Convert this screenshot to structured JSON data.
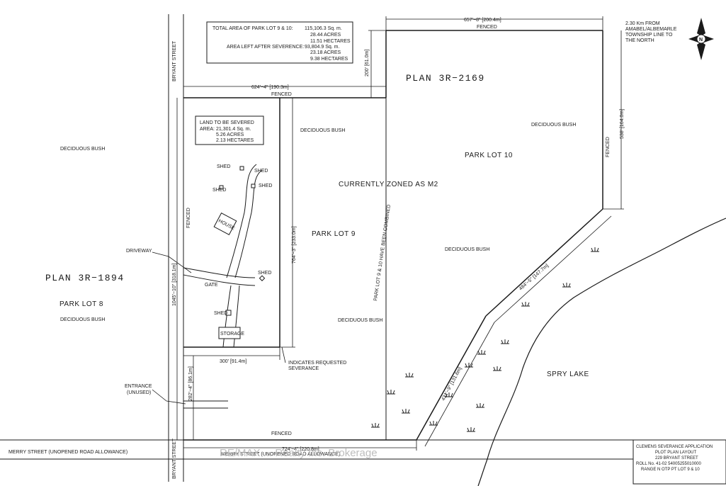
{
  "plans": {
    "plan_3r_2169": "PLAN 3R−2169",
    "plan_3r_1894": "PLAN 3R−1894"
  },
  "lots": {
    "park_lot_8": "PARK LOT 8",
    "park_lot_9": "PARK LOT 9",
    "park_lot_10": "PARK LOT 10",
    "zoning": "CURRENTLY ZONED AS M2",
    "lot_note": "PARK LOT 9 & 10 HAVE BEEN COMBINED"
  },
  "area_box": {
    "total_label": "TOTAL AREA OF PARK LOT 9 & 10:",
    "total_sqm": "115,106.3 Sq. m.",
    "total_acres": "28.44 ACRES",
    "total_hectares": "11.51 HECTARES",
    "left_label": "AREA LEFT AFTER SEVERENCE:",
    "left_sqm": "93,804.9 Sq. m.",
    "left_acres": "23.18 ACRES",
    "left_hectares": "9.38 HECTARES"
  },
  "sever_box": {
    "line1": "LAND TO BE SEVERED",
    "area_label": "AREA:",
    "sqm": "21,301.4 Sq. m.",
    "acres": "5.26 ACRES",
    "hectares": "2.13 HECTARES"
  },
  "features": {
    "deciduous_bush": "DECIDUOUS BUSH",
    "shed": "SHED",
    "house": "HOUSE",
    "storage": "STORAGE",
    "gate": "GATE",
    "driveway": "DRIVEWAY",
    "entrance": "ENTRANCE",
    "entrance_note": "(UNUSED)",
    "fenced": "FENCED",
    "spry_lake": "SPRY LAKE",
    "indicates_1": "INDICATES REQUESTED",
    "indicates_2": "SEVERANCE"
  },
  "roads": {
    "bryant_street": "BRYANT STREET",
    "merry_street": "MERRY STREET (UNOPENED ROAD ALLOWANCE)"
  },
  "dimensions": {
    "top_right": "657'−8\" [200.4m]",
    "mid_top": "624'−4\" [190.3m]",
    "v200": "200' [61.0m]",
    "v538": "538' [164.0m]",
    "v764": "764'−3\" [233.0m]",
    "v1045": "1045'−10\" [318.1m]",
    "h300": "300' [91.4m]",
    "v282": "282'−4\" [86.1m]",
    "bottom": "724'−4\" [220.8m]",
    "diag_484": "484'−5\" [147.7m]",
    "diag_431": "431'−9\" [131.6m]"
  },
  "north_note": {
    "line1": "2.30 Km FROM",
    "line2": "AMABEL/ALBEMARLE",
    "line3": "TOWNSHIP LINE TO",
    "line4": "THE NORTH"
  },
  "title_block": {
    "line1": "CLEMENS SEVERANCE APPLICATION",
    "line2": "PLOT PLAN LAYOUT",
    "line3": "229 BRYANT STREET",
    "line4": "ROLL No. 41-02 54005255010000",
    "line5": "RANGE N OTP PT LOT 9 & 10"
  },
  "watermark": "RE/MAX ... Realty Inc. Brokerage",
  "icons": {
    "north_arrow": "compass-north-icon",
    "marsh": "marsh-grass-icon"
  }
}
